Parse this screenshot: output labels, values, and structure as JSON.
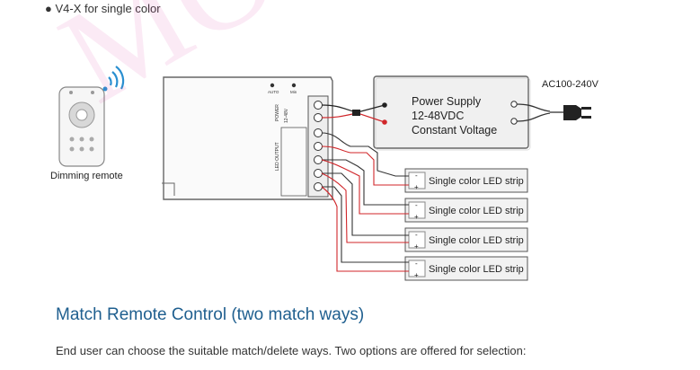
{
  "heading": {
    "bullet": "●",
    "title": "V4-X for single color"
  },
  "remote": {
    "label": "Dimming remote"
  },
  "controller": {
    "labels": [
      "AUTO",
      "Min",
      "POWER",
      "12-48V",
      "LED OUTPUT"
    ]
  },
  "power_supply": {
    "line1": "Power Supply",
    "line2": "12-48VDC",
    "line3": "Constant Voltage"
  },
  "ac_label": "AC100-240V",
  "led_strips": [
    {
      "label": "Single color LED strip"
    },
    {
      "label": "Single color LED strip"
    },
    {
      "label": "Single color LED strip"
    },
    {
      "label": "Single color LED strip"
    }
  ],
  "polarity": {
    "minus": "-",
    "plus": "+"
  },
  "match": {
    "title": "Match Remote Control (two match ways)",
    "description": "End user can choose the suitable match/delete ways. Two options are offered for selection:"
  },
  "watermark": "MOKINGLIT",
  "colors": {
    "title_blue": "#1f5f8f",
    "wire_red": "#d0262a",
    "watermark": "#dc50aa"
  }
}
